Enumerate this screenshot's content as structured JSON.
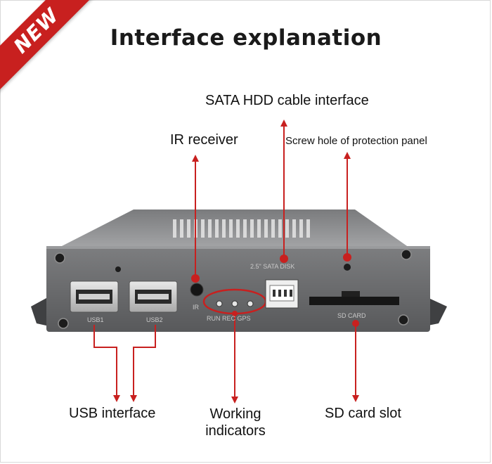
{
  "ribbon": {
    "text": "NEW"
  },
  "title": "Interface explanation",
  "labels": {
    "sata": "SATA HDD cable interface",
    "ir": "IR receiver",
    "screw": "Screw hole of protection panel",
    "usb": "USB interface",
    "working_line1": "Working",
    "working_line2": "indicators",
    "sd": "SD card slot"
  },
  "silkscreen": {
    "usb1": "USB1",
    "usb2": "USB2",
    "ir": "IR",
    "indicators": "RUN REC GPS",
    "sata_disk": "2.5\" SATA DISK",
    "sd_card": "SD CARD"
  },
  "colors": {
    "accent": "#c8201f",
    "device_body": "#6d6e70"
  },
  "icons": [
    "usb-port-icon",
    "sata-connector-icon",
    "sd-slot-icon",
    "led-icon",
    "screw-icon"
  ]
}
